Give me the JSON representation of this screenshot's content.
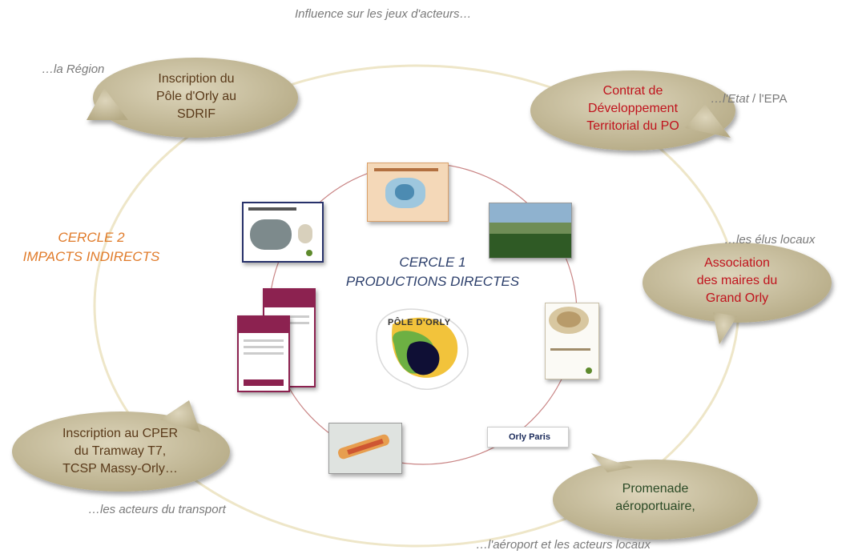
{
  "header": {
    "title": "Influence sur les jeux d'acteurs…"
  },
  "actors": {
    "region": "…la Région",
    "etat_prefix": "…l'",
    "etat_italic": "Etat",
    "etat_rest": " / l'EPA",
    "elus": "…les élus locaux",
    "transport": "…les acteurs du transport",
    "aeroport": "…l'aéroport et les acteurs locaux"
  },
  "bubbles": {
    "sdrif": [
      "Inscription  du",
      "Pôle d'Orly au",
      "SDRIF"
    ],
    "contrat": [
      "Contrat de",
      "Développement",
      "Territorial du PO"
    ],
    "association": [
      "Association",
      "des maires du",
      "Grand Orly"
    ],
    "cper": [
      "Inscription au CPER",
      "du Tramway T7,",
      "TCSP Massy-Orly…"
    ],
    "promenade": [
      "Promenade",
      "aéroportuaire,"
    ]
  },
  "cercle2": {
    "line1": "CERCLE 2",
    "line2": "IMPACTS INDIRECTS"
  },
  "cercle1": {
    "line1": "CERCLE 1",
    "line2": "PRODUCTIONS DIRECTES"
  },
  "logo": {
    "text": "PÔLE D'ORLY"
  },
  "orly_paris": {
    "text": "Orly Paris"
  },
  "colors": {
    "bubble_fill": "#c9bf9e",
    "red_text": "#c0131d",
    "orange_text": "#e07b2a",
    "navy_text": "#2c3f6b",
    "caption_grey": "#7a7a7a"
  }
}
